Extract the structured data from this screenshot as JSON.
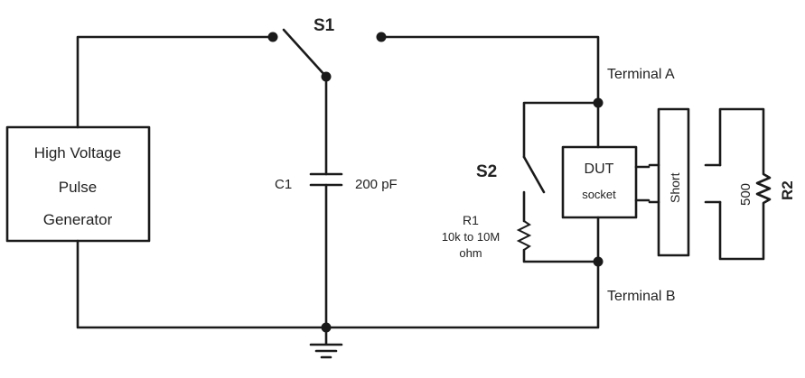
{
  "labels": {
    "s1": "S1",
    "s2": "S2",
    "terminal_a": "Terminal A",
    "terminal_b": "Terminal B",
    "generator_line1": "High Voltage",
    "generator_line2": "Pulse",
    "generator_line3": "Generator",
    "c1": "C1",
    "c1_value": "200 pF",
    "r1": "R1",
    "r1_range": "10k to 10M",
    "r1_unit": "ohm",
    "dut_line1": "DUT",
    "dut_line2": "socket",
    "short": "Short",
    "r2_value": "500",
    "r2": "R2"
  }
}
